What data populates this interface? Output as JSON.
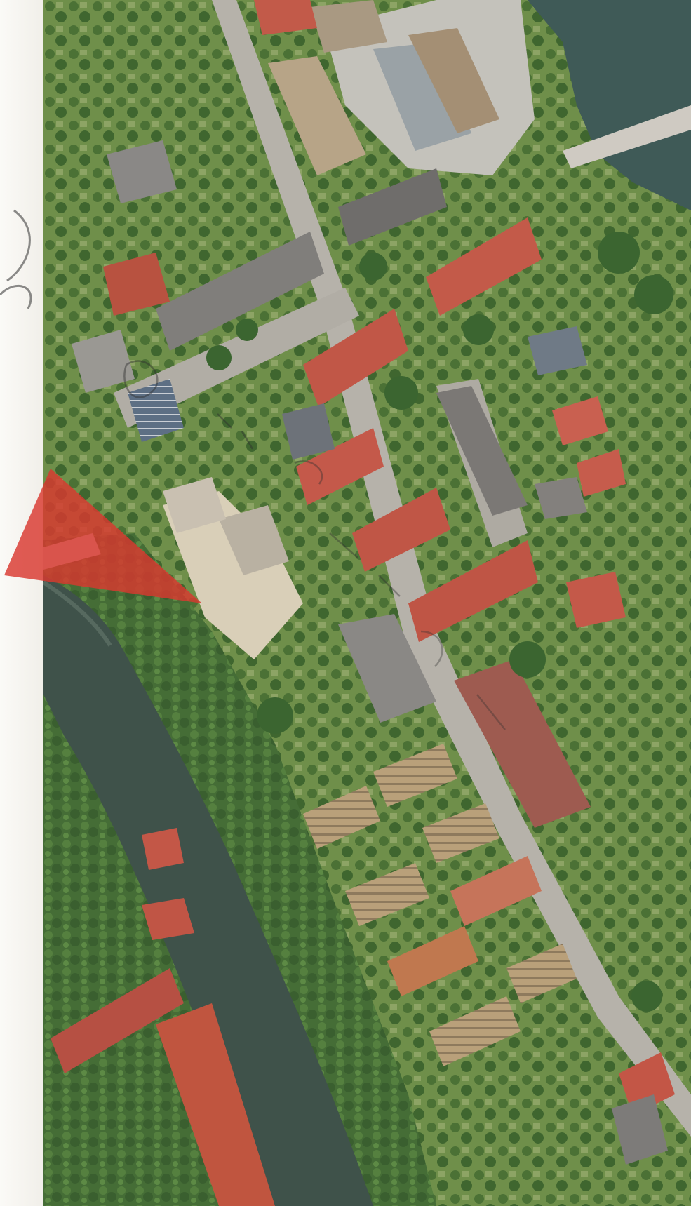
{
  "map": {
    "kind": "aerial-photo",
    "features": {
      "river": "river-water",
      "road_main": "main-road",
      "marker_icon": "viewpoint-triangle-icon"
    },
    "colors": {
      "river": "#3f524a",
      "vegetation": "#476f3a",
      "roof_red": "#c15747",
      "roof_grey": "#7f7d7b",
      "road": "#b6b2aa",
      "bare_ground": "#d9cfb8",
      "marker": "#d9382f"
    }
  }
}
